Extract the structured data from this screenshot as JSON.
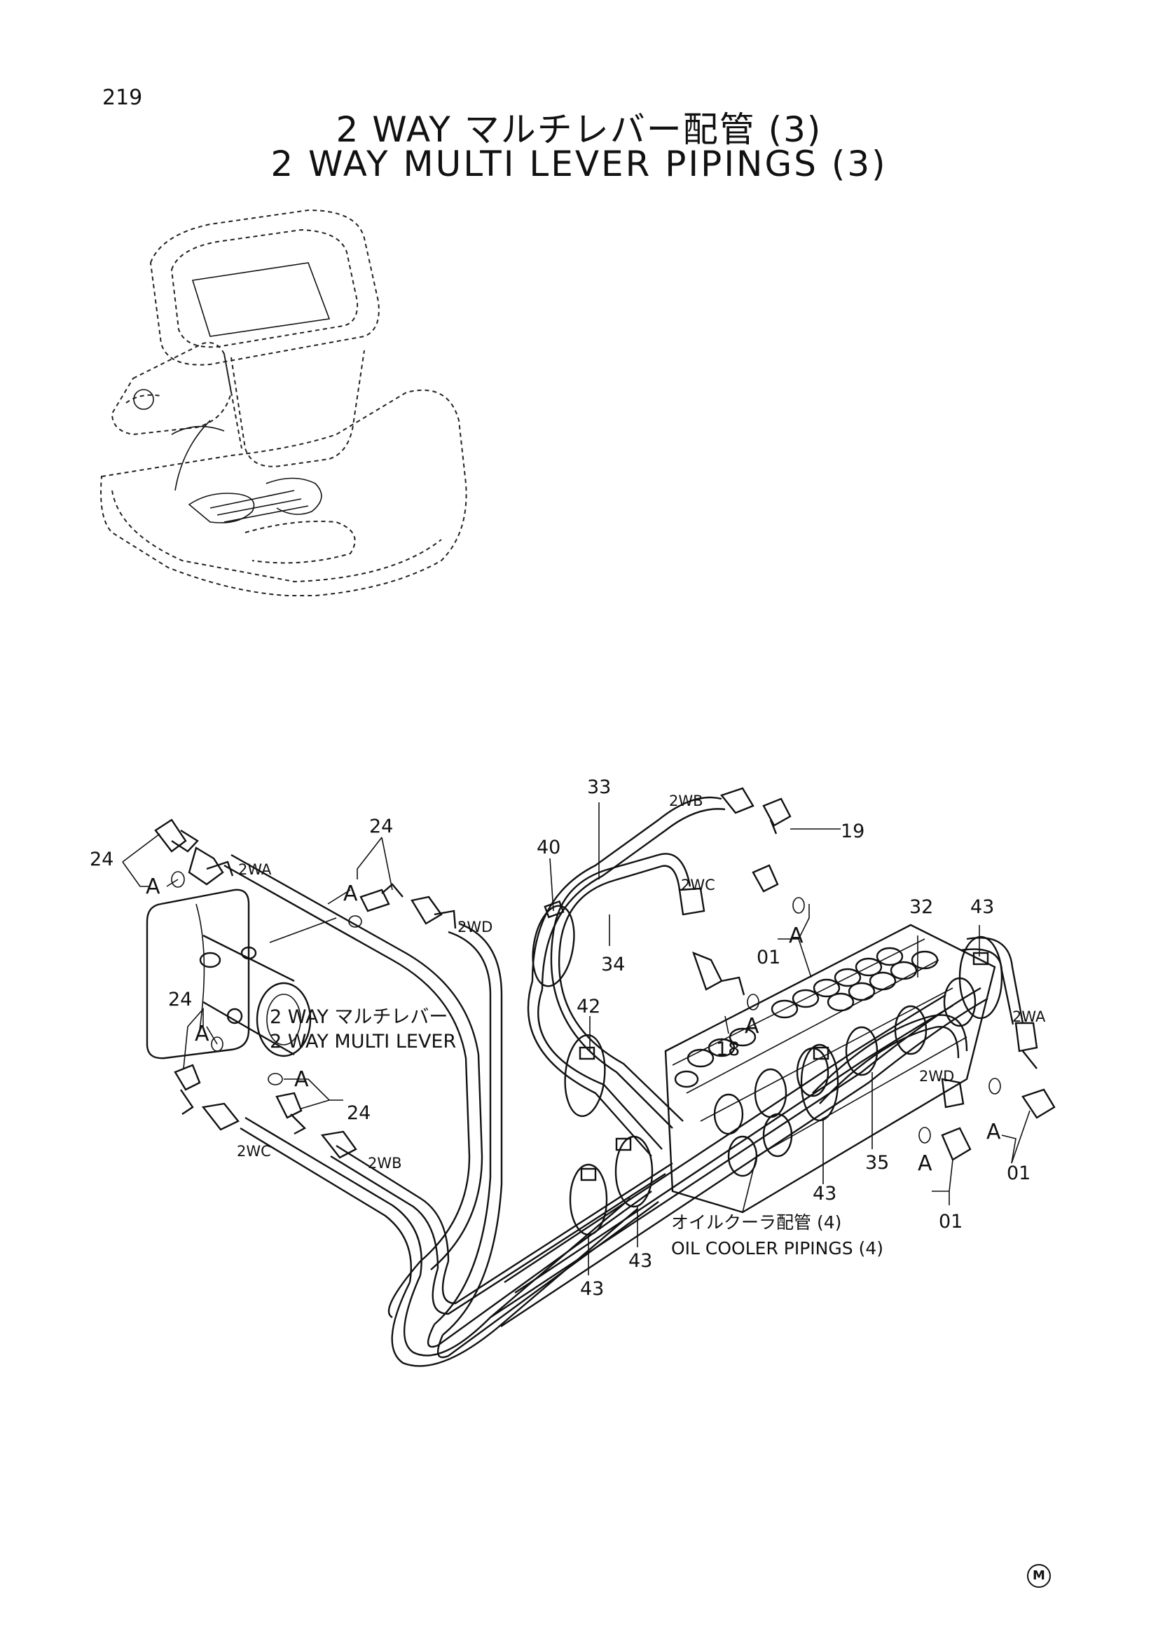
{
  "page_number": "219",
  "title_jp": "2 WAY マルチレバー配管 (3)",
  "title_en": "2 WAY MULTI LEVER PIPINGS (3)",
  "part_labels": {
    "p24a": "24",
    "p24b": "24",
    "p24c": "24",
    "p24d": "24",
    "p33": "33",
    "p40": "40",
    "p34": "34",
    "p19": "19",
    "p32": "32",
    "p43a": "43",
    "p01a": "01",
    "p42": "42",
    "p18": "18",
    "p35": "35",
    "p43b": "43",
    "p01b": "01",
    "p01c": "01",
    "p43c": "43",
    "p43d": "43"
  },
  "connection_labels": {
    "wa_left": "2WA",
    "wd_left": "2WD",
    "wc_left": "2WC",
    "wb_left": "2WB",
    "wb_top": "2WB",
    "wc_mid": "2WC",
    "wa_right": "2WA",
    "wd_right": "2WD"
  },
  "ref_labels": {
    "a1": "A",
    "a2": "A",
    "a3": "A",
    "a4": "A",
    "a5": "A",
    "a6": "A",
    "a7": "A",
    "a8": "A"
  },
  "callouts": {
    "lever_jp": "2 WAY マルチレバー",
    "lever_en": "2 WAY MULTI LEVER",
    "cooler_jp": "オイルクーラ配管 (4)",
    "cooler_en": "OIL COOLER PIPINGS (4)"
  },
  "mark": "M"
}
